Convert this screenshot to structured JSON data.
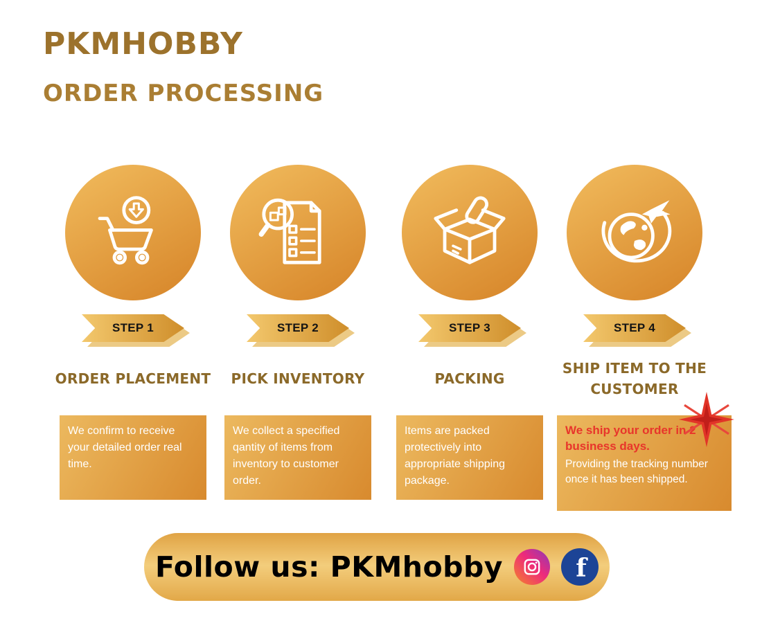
{
  "header": {
    "title": "PKMHOBBY",
    "subtitle": "ORDER PROCESSING"
  },
  "steps": [
    {
      "badge": "STEP 1",
      "title": "ORDER PLACEMENT",
      "description": "We confirm to receive your detailed order real time.",
      "icon": "cart-download-icon"
    },
    {
      "badge": "STEP 2",
      "title": "PICK INVENTORY",
      "description": "We collect a specified qantity of items from inventory to customer order.",
      "icon": "inventory-checklist-icon"
    },
    {
      "badge": "STEP 3",
      "title": "PACKING",
      "description": "Items are packed protectively into appropriate shipping package.",
      "icon": "packing-box-icon"
    },
    {
      "badge": "STEP 4",
      "title": "SHIP ITEM TO THE CUSTOMER",
      "highlight": "We ship your order in 2 business days.",
      "description": "Providing the tracking number once it has been shipped.",
      "icon": "globe-plane-icon"
    }
  ],
  "footer": {
    "follow_text": "Follow us: PKMhobby",
    "facebook_letter": "f",
    "social": [
      "instagram",
      "facebook"
    ]
  },
  "colors": {
    "gold_dark": "#9c722c",
    "gold": "#d98f31",
    "gold_light": "#f0c169",
    "red_accent": "#e8352b",
    "facebook_blue": "#1c4496",
    "instagram_gradient": [
      "#f58529",
      "#ee2a7b",
      "#8a3ab9"
    ],
    "box_text": "#ffffff",
    "badge_text": "#141414"
  }
}
